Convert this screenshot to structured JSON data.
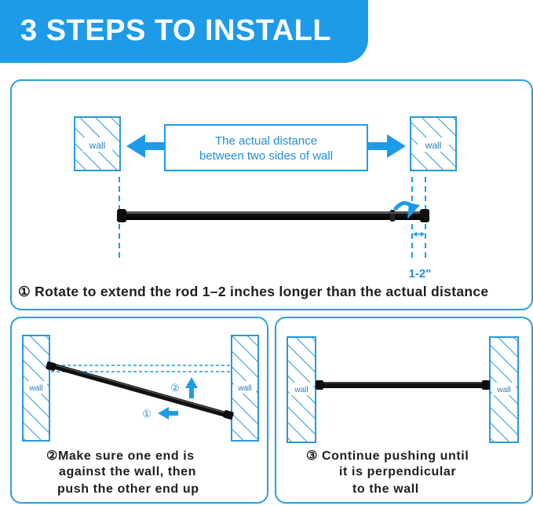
{
  "header": {
    "title": "3 STEPS TO INSTALL"
  },
  "step1": {
    "wall_left": "wall",
    "wall_right": "wall",
    "distance_line1": "The actual distance",
    "distance_line2": "between two sides of wall",
    "gap_label": "1-2\"",
    "caption": "① Rotate to extend the rod 1–2 inches longer than the actual distance"
  },
  "step2": {
    "wall_left": "wall",
    "wall_right": "wall",
    "marker_up": "②",
    "marker_left": "①",
    "caption_line1": "②Make sure one end is",
    "caption_line2": "against the wall, then",
    "caption_line3": "push the other end up"
  },
  "step3": {
    "wall_left": "wall",
    "wall_right": "wall",
    "caption_line1": "③ Continue pushing until",
    "caption_line2": "it is perpendicular",
    "caption_line3": "to the wall"
  },
  "colors": {
    "accent": "#1d9be8",
    "rod": "#1a1a1a",
    "text": "#1e1e1e"
  }
}
